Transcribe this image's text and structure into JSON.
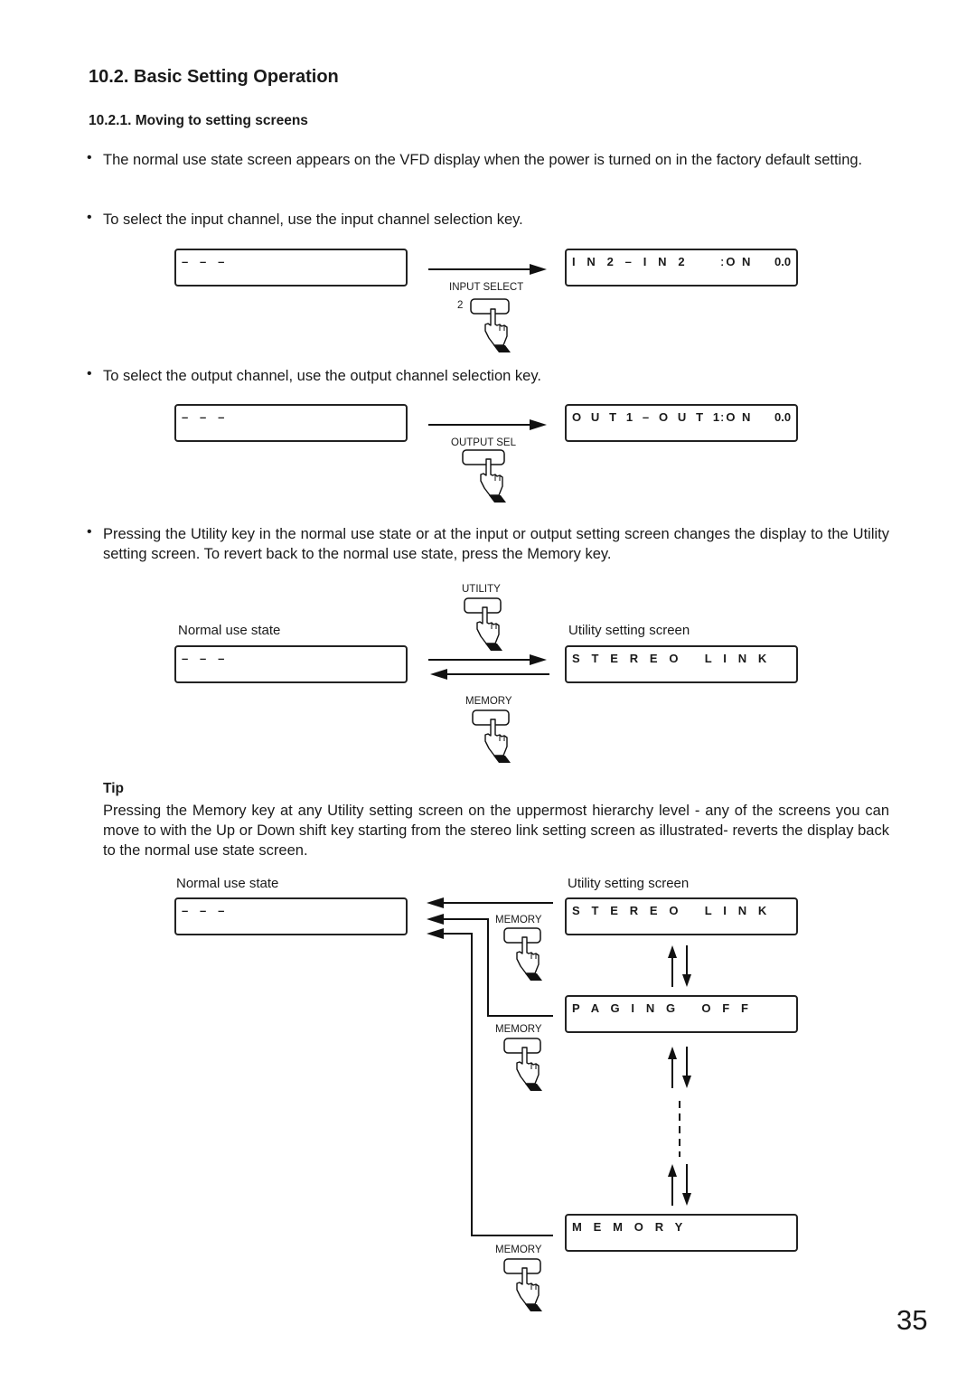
{
  "section_title": "10.2. Basic Setting Operation",
  "subsection_title": "10.2.1. Moving to setting screens",
  "bullet": "•",
  "paragraphs": {
    "p1": "The normal use state screen appears on the VFD display when the power is turned on in the factory default setting.",
    "p2": "To select the input channel, use the input channel selection key.",
    "p3": "To select the output channel, use the output channel selection key.",
    "p4": "Pressing the Utility key in the normal use state or at the input or output setting screen changes the display to the Utility setting screen. To revert back to the normal use state, press the Memory key."
  },
  "displays": {
    "blank": "– – –",
    "in": {
      "left": "I N 2 – I N 2",
      "on": "ːO N",
      "value": "0.0"
    },
    "out": {
      "left": "O U T 1 – O U T 1",
      "on": "ːO N",
      "value": "0.0"
    },
    "stereo_link": "S T E R E O   L I N K",
    "paging_off": "P A G I N G   O F F",
    "memory": "M E M O R Y"
  },
  "keys": {
    "input_select": "INPUT SELECT",
    "input_select_number": "2",
    "output_sel": "OUTPUT SEL",
    "utility": "UTILITY",
    "memory": "MEMORY"
  },
  "captions": {
    "normal_use_state": "Normal use state",
    "utility_setting_screen": "Utility setting screen"
  },
  "tip": {
    "label": "Tip",
    "text": "Pressing the Memory key at any Utility setting screen on the uppermost hierarchy level - any of the screens you can move to with the Up or Down shift key starting from the stereo link setting screen as illustrated- reverts the display back to the normal use state screen."
  },
  "page_number": "35"
}
